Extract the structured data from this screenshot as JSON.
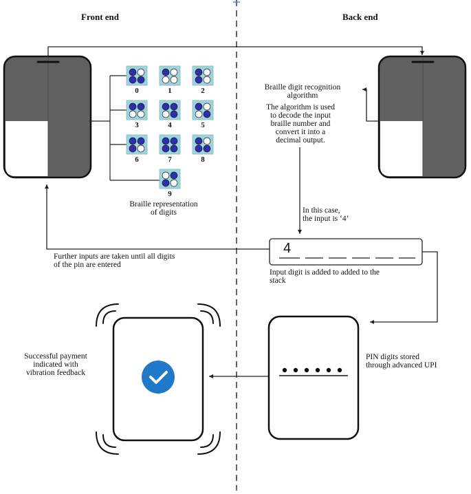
{
  "headers": {
    "front_end": "Front end",
    "back_end": "Back end"
  },
  "braille": {
    "digits": [
      {
        "label": "0",
        "dots": [
          1,
          0,
          1,
          1
        ]
      },
      {
        "label": "1",
        "dots": [
          1,
          0,
          0,
          0
        ]
      },
      {
        "label": "2",
        "dots": [
          1,
          0,
          1,
          0
        ]
      },
      {
        "label": "3",
        "dots": [
          1,
          1,
          0,
          0
        ]
      },
      {
        "label": "4",
        "dots": [
          1,
          1,
          0,
          1
        ]
      },
      {
        "label": "5",
        "dots": [
          1,
          0,
          0,
          1
        ]
      },
      {
        "label": "6",
        "dots": [
          1,
          1,
          1,
          0
        ]
      },
      {
        "label": "7",
        "dots": [
          1,
          1,
          1,
          1
        ]
      },
      {
        "label": "8",
        "dots": [
          1,
          0,
          1,
          1
        ]
      },
      {
        "label": "9",
        "dots": [
          0,
          1,
          1,
          0
        ]
      }
    ],
    "caption_line1": "Braille representation",
    "caption_line2": "of digits"
  },
  "recognition": {
    "title_line1": "Braille digit recognition",
    "title_line2": "algorithm",
    "desc_line1": "The algorithm is used",
    "desc_line2": "to decode the input",
    "desc_line3": "braille number and",
    "desc_line4": "convert it into a",
    "desc_line5": "decimal output."
  },
  "input_case": {
    "line1": "In this case,",
    "line2": "the input is ‘4’"
  },
  "stack": {
    "value": "4",
    "caption_line1": "Input digit is added to added to the",
    "caption_line2": "stack"
  },
  "loop_note": {
    "line1": "Further inputs are taken until all digits",
    "line2": "of the pin are entered"
  },
  "pin_store": {
    "line1": "PIN digits stored",
    "line2": "through advanced UPI",
    "dots_count": 6
  },
  "payment": {
    "line1": "Successful payment",
    "line2": "indicated with",
    "line3": "vibration feedback"
  },
  "colors": {
    "braille_tile": "#9fd4dc",
    "dot_filled": "#2b2fb0",
    "check_circle": "#1f78c8",
    "phone_gray": "#5c5c5c"
  }
}
